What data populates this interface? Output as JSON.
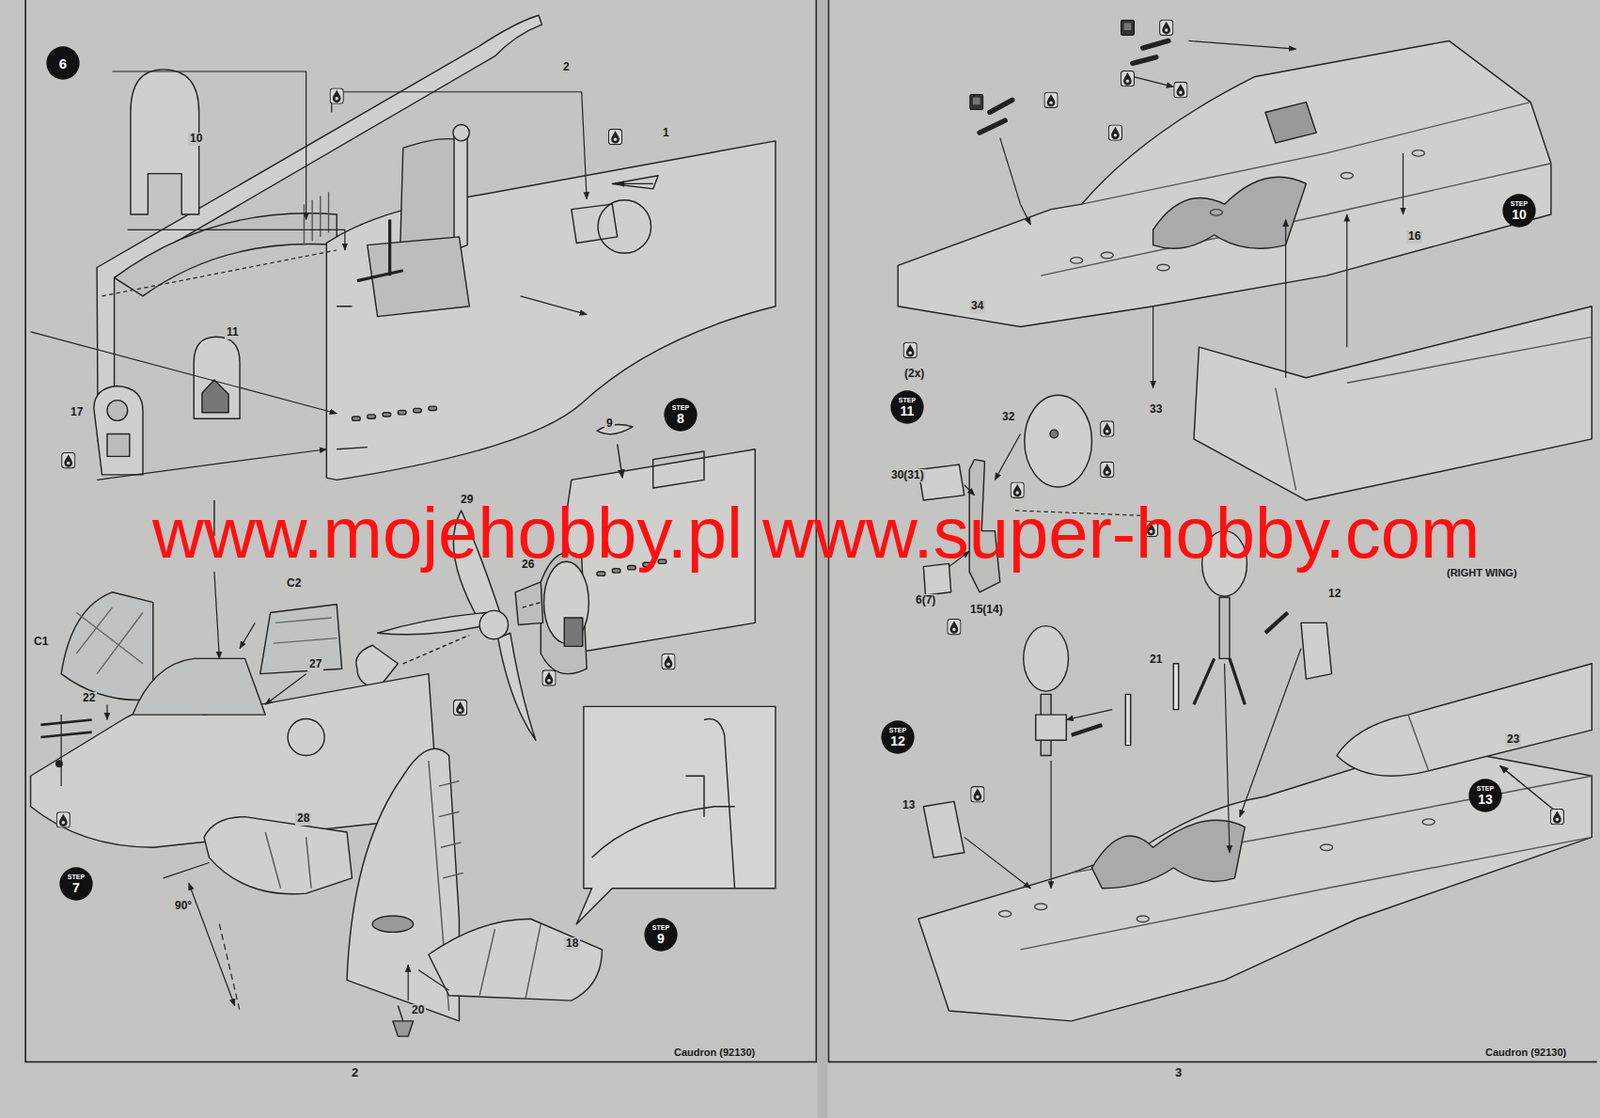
{
  "diagram": {
    "nodes": [
      {
        "text": [
          "6"
        ]
      },
      {
        "text": [
          "STEP",
          "8"
        ]
      },
      {
        "text": [
          "STEP",
          "7"
        ]
      },
      {
        "text": [
          "STEP",
          "9"
        ]
      },
      {
        "text": [
          "STEP",
          "10"
        ]
      },
      {
        "text": [
          "STEP",
          "11"
        ]
      },
      {
        "text": [
          "STEP",
          "12"
        ]
      },
      {
        "text": [
          "STEP",
          "13"
        ]
      }
    ],
    "labels": [
      "2",
      "1",
      "10",
      "11",
      "17",
      "9",
      "29",
      "26",
      "C2",
      "C1",
      "27",
      "22",
      "28",
      "90°",
      "18",
      "20",
      "Caudron (92130)",
      "2",
      "16",
      "34",
      "(2x)",
      "33",
      "32",
      "30(31)",
      "(RIGHT WING)",
      "12",
      "6(7)",
      "15(14)",
      "21",
      "23",
      "13",
      "Caudron (92130)",
      "3",
      "www.mojehobby.pl www.super-hobby.com"
    ]
  }
}
